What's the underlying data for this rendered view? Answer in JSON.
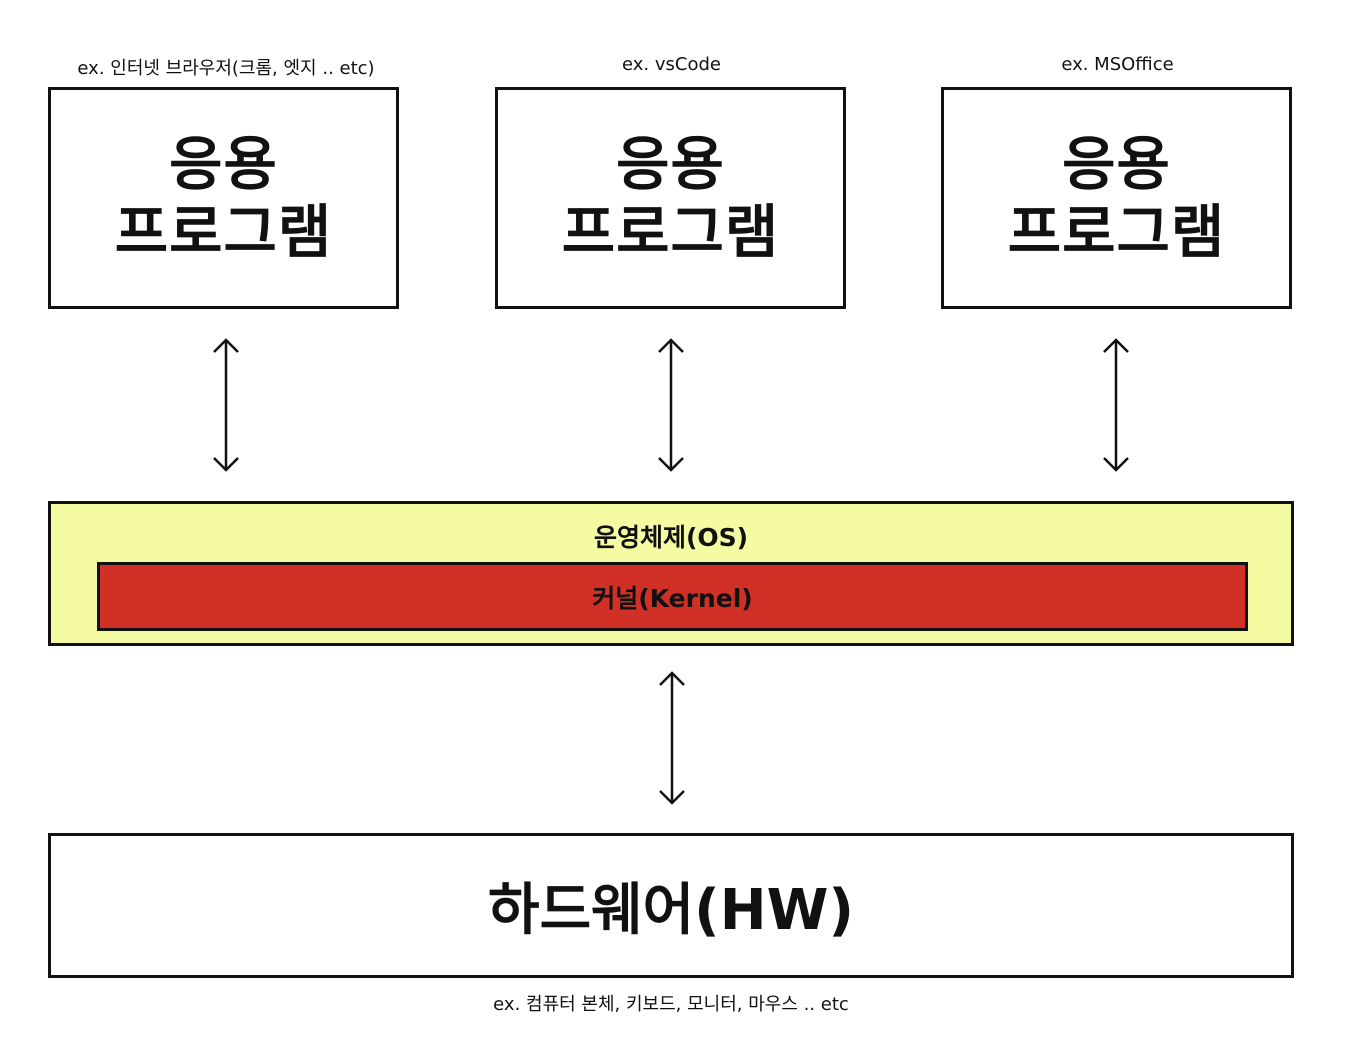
{
  "apps": [
    {
      "caption": "ex. 인터넷 브라우저(크롬, 엣지 .. etc)",
      "line1": "응용",
      "line2": "프로그램"
    },
    {
      "caption": "ex. vsCode",
      "line1": "응용",
      "line2": "프로그램"
    },
    {
      "caption": "ex. MSOffice",
      "line1": "응용",
      "line2": "프로그램"
    }
  ],
  "os": {
    "title": "운영체제(OS)",
    "kernel": "커널(Kernel)",
    "color": "#f4fba2",
    "kernel_color": "#d03025"
  },
  "hardware": {
    "title": "하드웨어(HW)",
    "caption": "ex. 컴퓨터 본체, 키보드, 모니터, 마우스  ..   etc"
  }
}
